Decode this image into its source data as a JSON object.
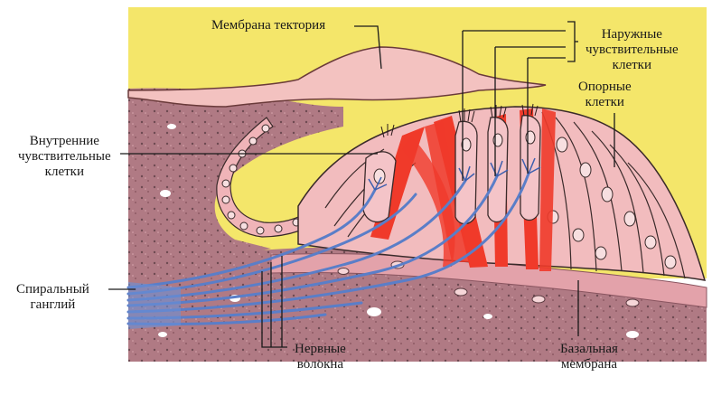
{
  "labels": {
    "tectorial_membrane": "Мембрана тектория",
    "outer_hair_cells": [
      "Наружные",
      "чувствительные",
      "клетки"
    ],
    "supporting_cells": [
      "Опорные",
      "клетки"
    ],
    "inner_hair_cells": [
      "Внутренние",
      "чувствительные",
      "клетки"
    ],
    "spiral_ganglion": [
      "Спиральный",
      "ганглий"
    ],
    "nerve_fibers": [
      "Нервные",
      "волокна"
    ],
    "basilar_membrane": [
      "Базальная",
      "мембрана"
    ]
  },
  "colors": {
    "background": "#f4e66a",
    "tissue_pink": "#f0b4b8",
    "tissue_dark": "#b98088",
    "blood_red": "#f03a2a",
    "nerve_blue": "#5a7ec8",
    "outline": "#3a2a2a"
  }
}
